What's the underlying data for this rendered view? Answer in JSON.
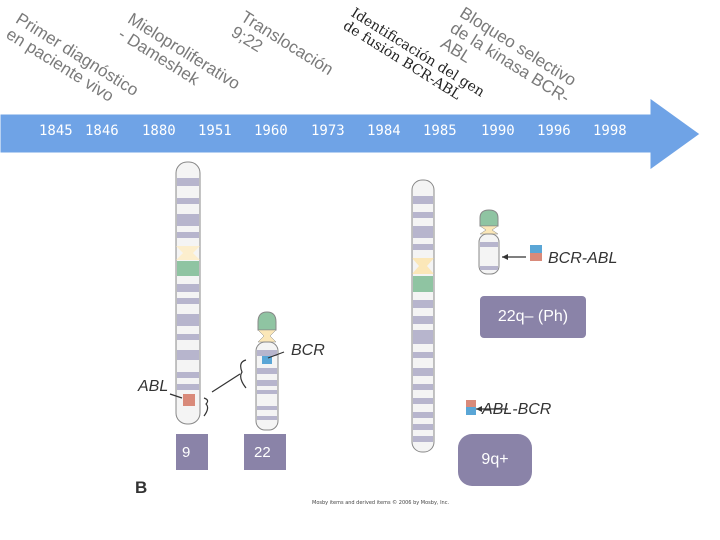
{
  "timeline": {
    "arrow_color": "#6fa3e6",
    "years": [
      "1845",
      "1846",
      "1880",
      "1951",
      "1960",
      "1973",
      "1984",
      "1985",
      "1990",
      "1996",
      "1998"
    ]
  },
  "events": [
    {
      "text": "Primer diagnóstico\nen paciente vivo"
    },
    {
      "text": "Mieloproliferativo\n- Dameshek"
    },
    {
      "text": "Translocación\n9;22"
    },
    {
      "text": "Identificación del gen\nde fusión BCR-ABL"
    },
    {
      "text": "Bloqueo selectivo\nde la kinasa BCR-\nABL"
    }
  ],
  "figure": {
    "panel_label": "B",
    "labels": {
      "abl": "ABL",
      "bcr": "BCR",
      "bcr_abl": "BCR-ABL",
      "abl_bcr": "ABL-BCR"
    },
    "chromosomes": {
      "chr9": "9",
      "chr22": "22",
      "ph": "22q– (Ph)",
      "chr9q": "9q+"
    },
    "credit": "Mosby items and derived items © 2006 by Mosby, Inc."
  },
  "colors": {
    "chip": "#8a83a8",
    "band_dark": "#b7b5cd",
    "band_green": "#8fc4a2",
    "abl_segment": "#d98a7a",
    "bcr_segment": "#5aa6d6"
  }
}
